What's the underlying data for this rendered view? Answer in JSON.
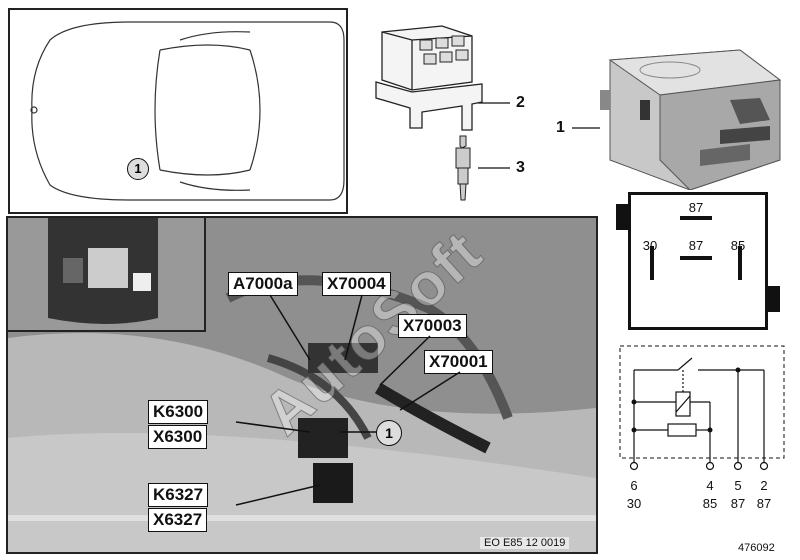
{
  "car_view": {
    "callout": "1"
  },
  "photo": {
    "labels": {
      "a7000a": "A7000a",
      "x70004": "X70004",
      "x70003": "X70003",
      "x70001": "X70001",
      "k6300": "K6300",
      "x6300": "X6300",
      "k6327": "K6327",
      "x6327": "X6327"
    },
    "callout": "1",
    "code": "EO E85 12 0019"
  },
  "parts": {
    "relay_num": "1",
    "holder_num": "2",
    "terminal_num": "3"
  },
  "pinout": {
    "top": "87",
    "left": "30",
    "center": "87",
    "right": "85"
  },
  "schematic": {
    "pins": [
      {
        "num": "6",
        "term": "30"
      },
      {
        "num": "4",
        "term": "85"
      },
      {
        "num": "5",
        "term": "87"
      },
      {
        "num": "2",
        "term": "87"
      }
    ]
  },
  "figure_id": "476092"
}
